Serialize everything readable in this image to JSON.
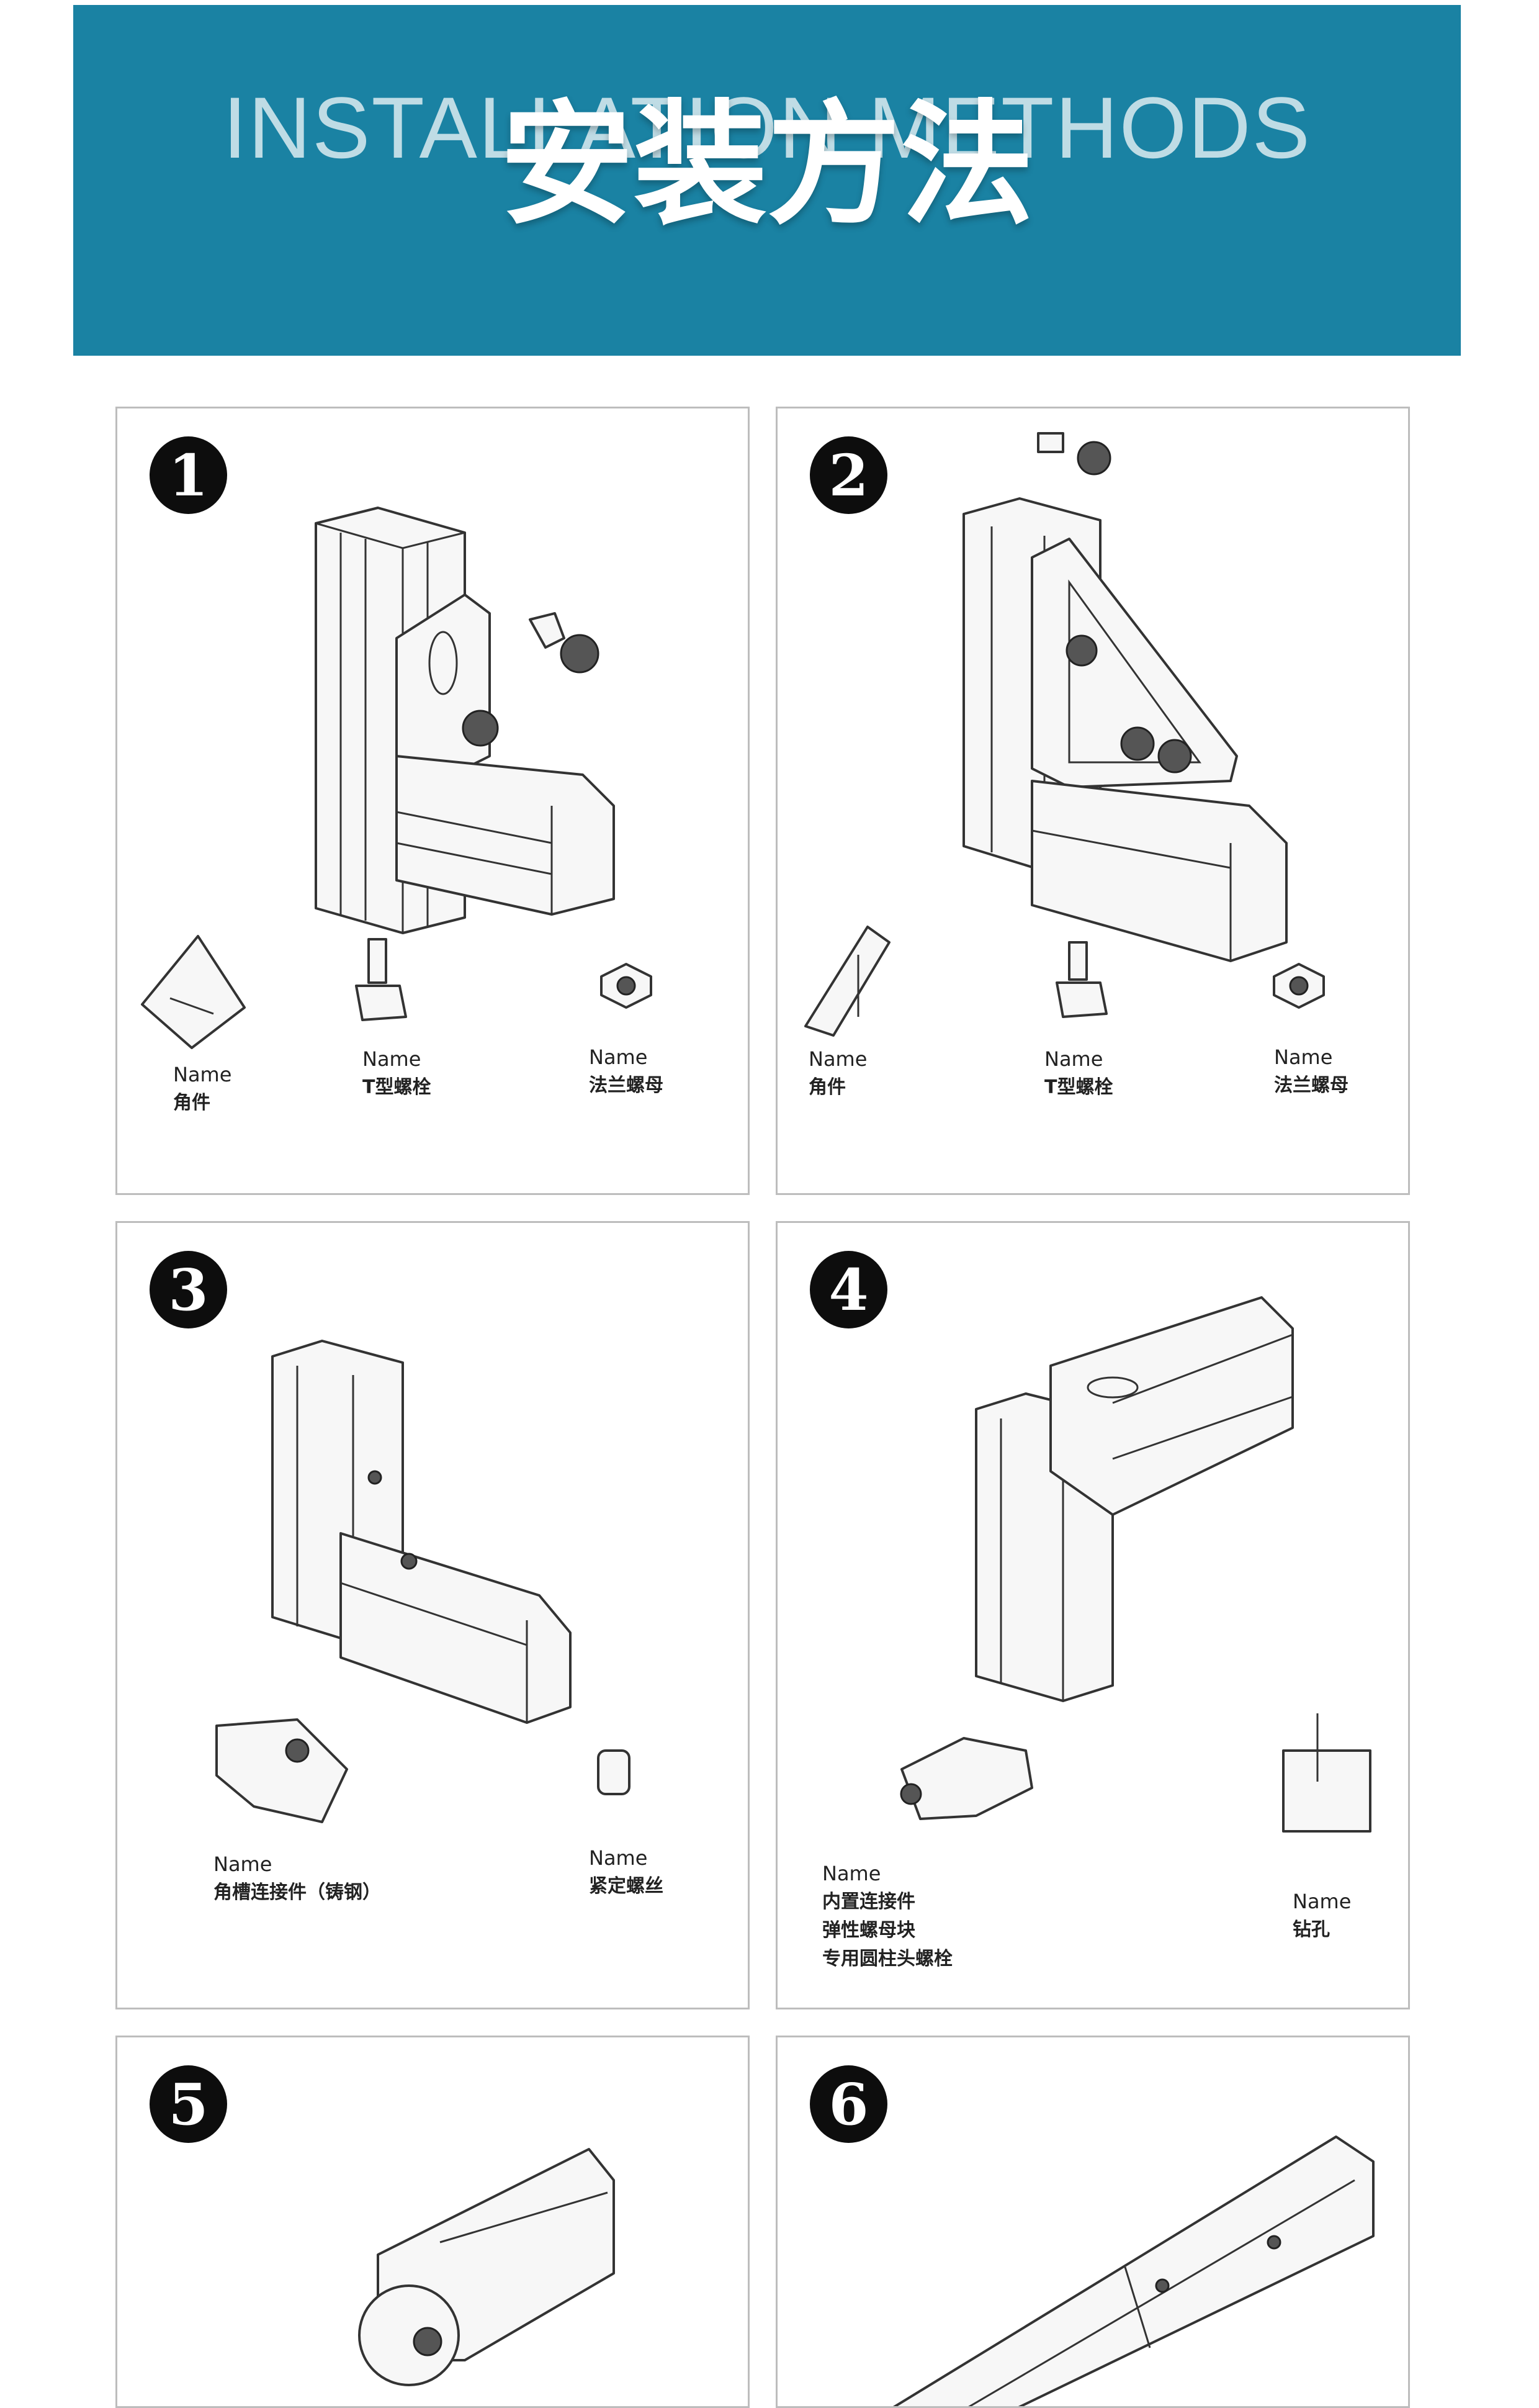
{
  "banner": {
    "title_en": "INSTALLATION METHODS",
    "title_zh": "安装方法",
    "color": "#1a82a3"
  },
  "panels": [
    {
      "step": "1",
      "labels": [
        {
          "name": "Name",
          "zh": "角件"
        },
        {
          "name": "Name",
          "zh": "T型螺栓"
        },
        {
          "name": "Name",
          "zh": "法兰螺母"
        }
      ]
    },
    {
      "step": "2",
      "labels": [
        {
          "name": "Name",
          "zh": "角件"
        },
        {
          "name": "Name",
          "zh": "T型螺栓"
        },
        {
          "name": "Name",
          "zh": "法兰螺母"
        }
      ]
    },
    {
      "step": "3",
      "labels": [
        {
          "name": "Name",
          "zh": "角槽连接件（铸钢）"
        },
        {
          "name": "Name",
          "zh": "紧定螺丝"
        }
      ]
    },
    {
      "step": "4",
      "labels": [
        {
          "name": "Name",
          "zh": "内置连接件",
          "zh2": "弹性螺母块",
          "zh3": "专用圆柱头螺栓"
        },
        {
          "name": "Name",
          "zh": "钻孔"
        }
      ]
    },
    {
      "step": "5"
    },
    {
      "step": "6"
    }
  ]
}
